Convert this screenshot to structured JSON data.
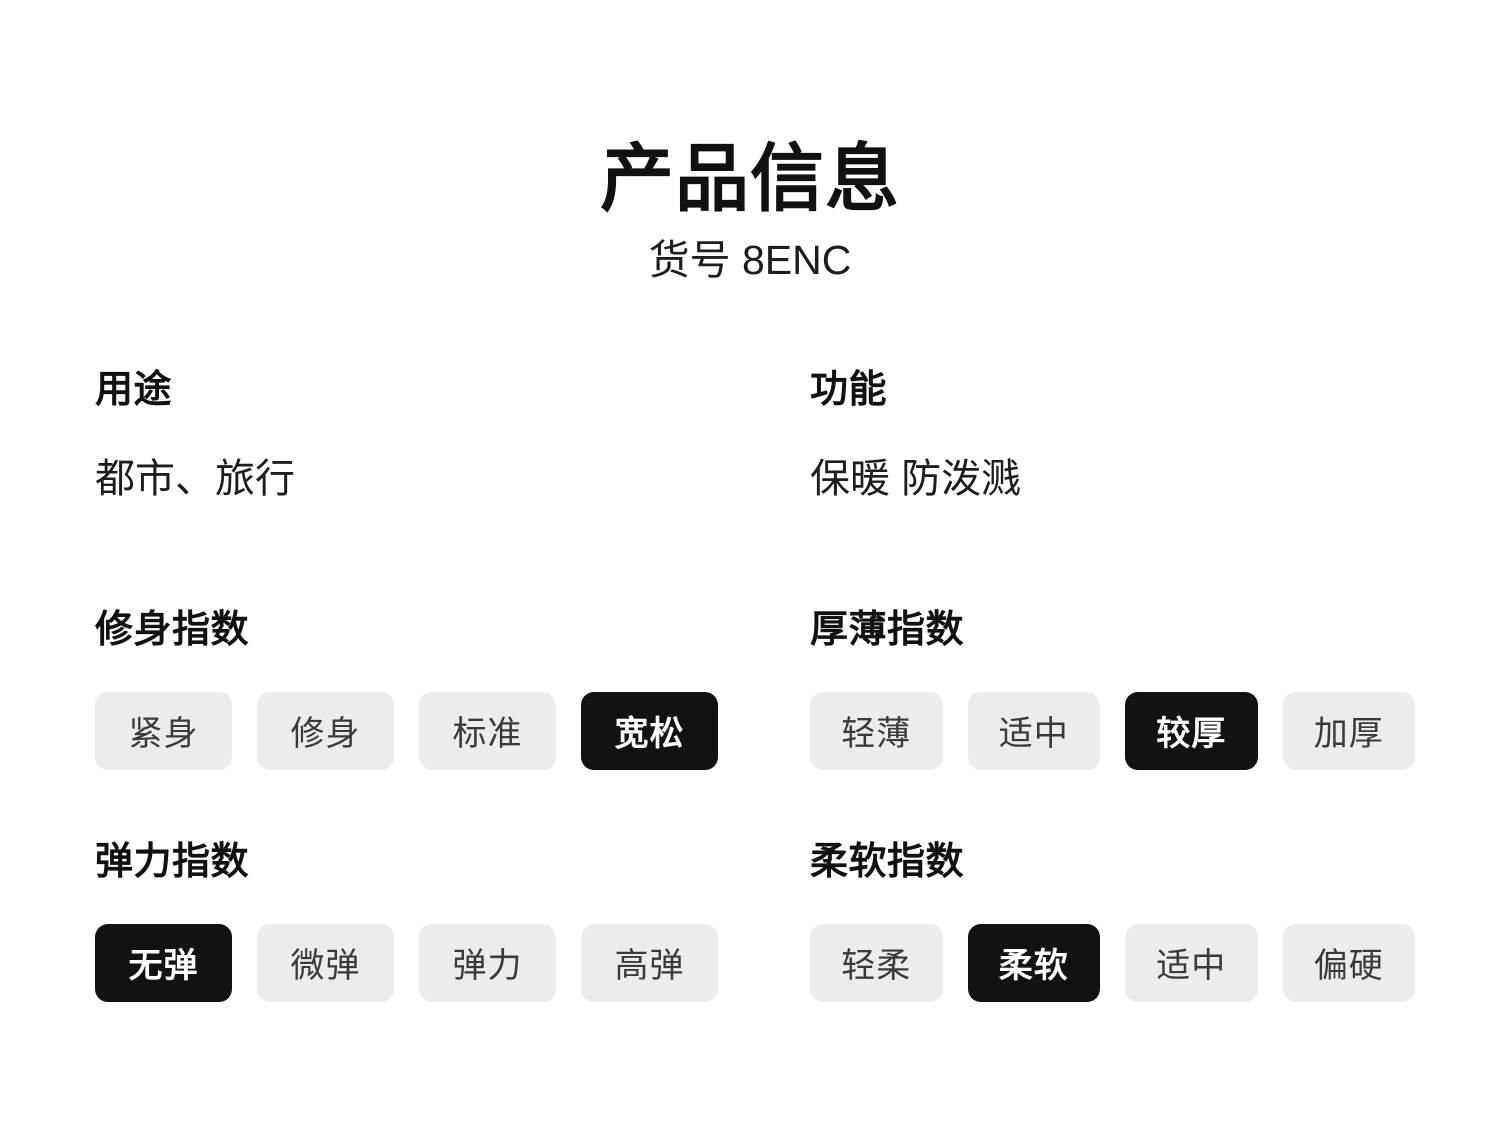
{
  "header": {
    "title": "产品信息",
    "subtitle": "货号 8ENC"
  },
  "theme": {
    "background": "#ffffff",
    "text": "#1a1a1a",
    "pill_background": "#ececec",
    "pill_text": "#3a3a3a",
    "pill_selected_background": "#121212",
    "pill_selected_text": "#ffffff"
  },
  "attributes": [
    {
      "name": "usage",
      "heading": "用途",
      "type": "text",
      "value": "都市、旅行"
    },
    {
      "name": "function",
      "heading": "功能",
      "type": "text",
      "value": "保暖 防泼溅"
    },
    {
      "name": "fit-index",
      "heading": "修身指数",
      "type": "scale",
      "selected": "宽松",
      "options": [
        {
          "label": "紧身",
          "selected": false
        },
        {
          "label": "修身",
          "selected": false
        },
        {
          "label": "标准",
          "selected": false
        },
        {
          "label": "宽松",
          "selected": true
        }
      ]
    },
    {
      "name": "thickness-index",
      "heading": "厚薄指数",
      "type": "scale",
      "selected": "较厚",
      "options": [
        {
          "label": "轻薄",
          "selected": false
        },
        {
          "label": "适中",
          "selected": false
        },
        {
          "label": "较厚",
          "selected": true
        },
        {
          "label": "加厚",
          "selected": false
        }
      ]
    },
    {
      "name": "elasticity-index",
      "heading": "弹力指数",
      "type": "scale",
      "selected": "无弹",
      "options": [
        {
          "label": "无弹",
          "selected": true
        },
        {
          "label": "微弹",
          "selected": false
        },
        {
          "label": "弹力",
          "selected": false
        },
        {
          "label": "高弹",
          "selected": false
        }
      ]
    },
    {
      "name": "softness-index",
      "heading": "柔软指数",
      "type": "scale",
      "selected": "柔软",
      "options": [
        {
          "label": "轻柔",
          "selected": false
        },
        {
          "label": "柔软",
          "selected": true
        },
        {
          "label": "适中",
          "selected": false
        },
        {
          "label": "偏硬",
          "selected": false
        }
      ]
    }
  ]
}
